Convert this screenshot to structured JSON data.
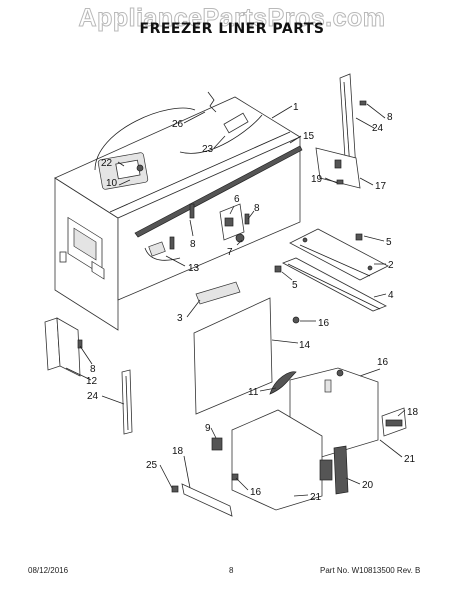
{
  "watermark": "AppliancePartsPros.com",
  "title": "FREEZER LINER PARTS",
  "footer": {
    "date": "08/12/2016",
    "page": "8",
    "part_number": "Part No. W10813500  Rev. B"
  },
  "callouts": [
    {
      "id": "c1",
      "text": "1"
    },
    {
      "id": "c2",
      "text": "2"
    },
    {
      "id": "c3",
      "text": "3"
    },
    {
      "id": "c4",
      "text": "4"
    },
    {
      "id": "c5a",
      "text": "5"
    },
    {
      "id": "c5b",
      "text": "5"
    },
    {
      "id": "c6",
      "text": "6"
    },
    {
      "id": "c7",
      "text": "7"
    },
    {
      "id": "c8a",
      "text": "8"
    },
    {
      "id": "c8b",
      "text": "8"
    },
    {
      "id": "c8c",
      "text": "8"
    },
    {
      "id": "c8d",
      "text": "8"
    },
    {
      "id": "c9",
      "text": "9"
    },
    {
      "id": "c10",
      "text": "10"
    },
    {
      "id": "c11",
      "text": "11"
    },
    {
      "id": "c12",
      "text": "12"
    },
    {
      "id": "c13",
      "text": "13"
    },
    {
      "id": "c14",
      "text": "14"
    },
    {
      "id": "c15",
      "text": "15"
    },
    {
      "id": "c16a",
      "text": "16"
    },
    {
      "id": "c16b",
      "text": "16"
    },
    {
      "id": "c16c",
      "text": "16"
    },
    {
      "id": "c17",
      "text": "17"
    },
    {
      "id": "c18a",
      "text": "18"
    },
    {
      "id": "c18b",
      "text": "18"
    },
    {
      "id": "c19",
      "text": "19"
    },
    {
      "id": "c20",
      "text": "20"
    },
    {
      "id": "c21a",
      "text": "21"
    },
    {
      "id": "c21b",
      "text": "21"
    },
    {
      "id": "c22",
      "text": "22"
    },
    {
      "id": "c23",
      "text": "23"
    },
    {
      "id": "c24a",
      "text": "24"
    },
    {
      "id": "c24b",
      "text": "24"
    },
    {
      "id": "c25",
      "text": "25"
    },
    {
      "id": "c26",
      "text": "26"
    }
  ]
}
